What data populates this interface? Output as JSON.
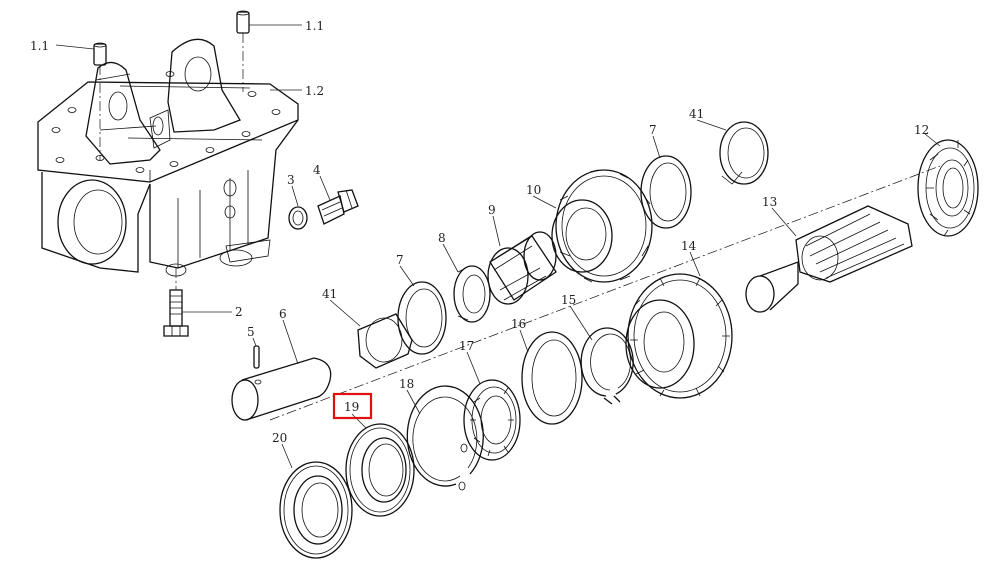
{
  "labels": {
    "l1_1_right": "1.1",
    "l1_1_left": "1.1",
    "l1_2": "1.2",
    "l2": "2",
    "l3": "3",
    "l4": "4",
    "l5": "5",
    "l6": "6",
    "l7_front": "7",
    "l7_back": "7",
    "l8": "8",
    "l9": "9",
    "l10": "10",
    "l12": "12",
    "l13": "13",
    "l14": "14",
    "l15": "15",
    "l16": "16",
    "l17": "17",
    "l18": "18",
    "l19": "19",
    "l20": "20",
    "l41_front": "41",
    "l41_back": "41"
  },
  "highlight": {
    "part": "19",
    "color": "#e01010"
  }
}
